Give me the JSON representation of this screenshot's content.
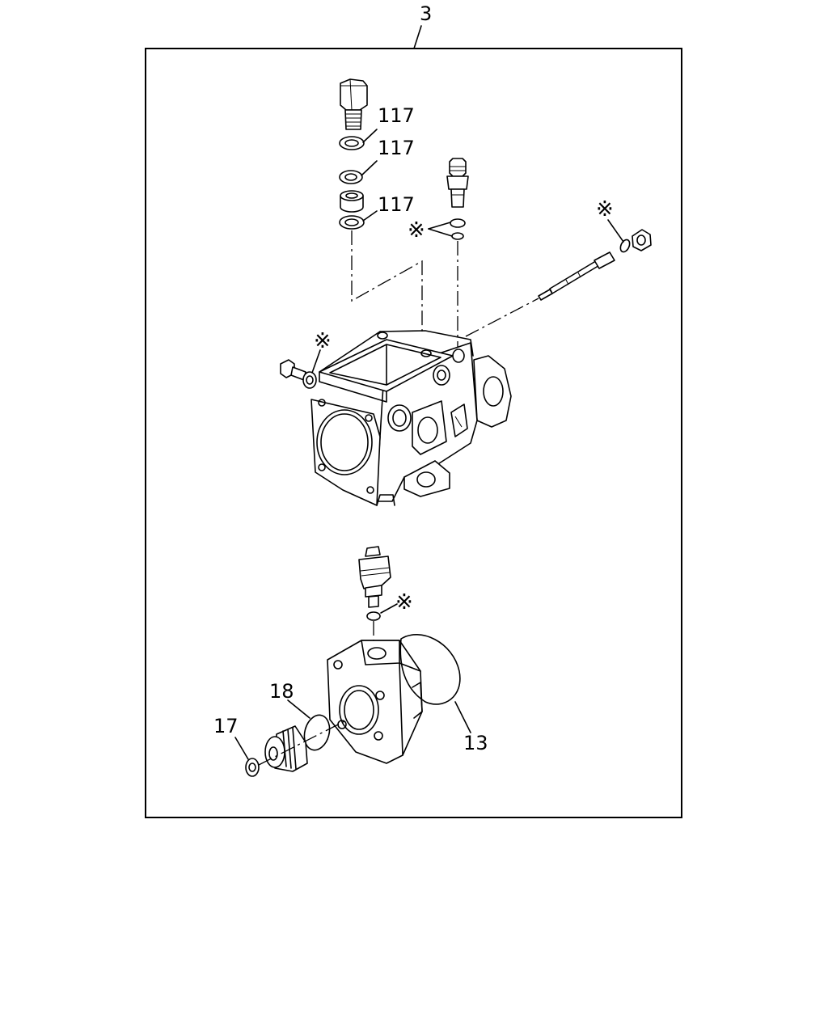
{
  "diagram": {
    "frame_label": "3",
    "callouts": {
      "seal_washer_1": "117",
      "seal_washer_2": "117",
      "seal_washer_3": "117",
      "star_top_center": "※",
      "star_top_right": "※",
      "star_left": "※",
      "star_lower": "※",
      "part_18": "18",
      "part_17": "17",
      "part_13": "13"
    }
  }
}
